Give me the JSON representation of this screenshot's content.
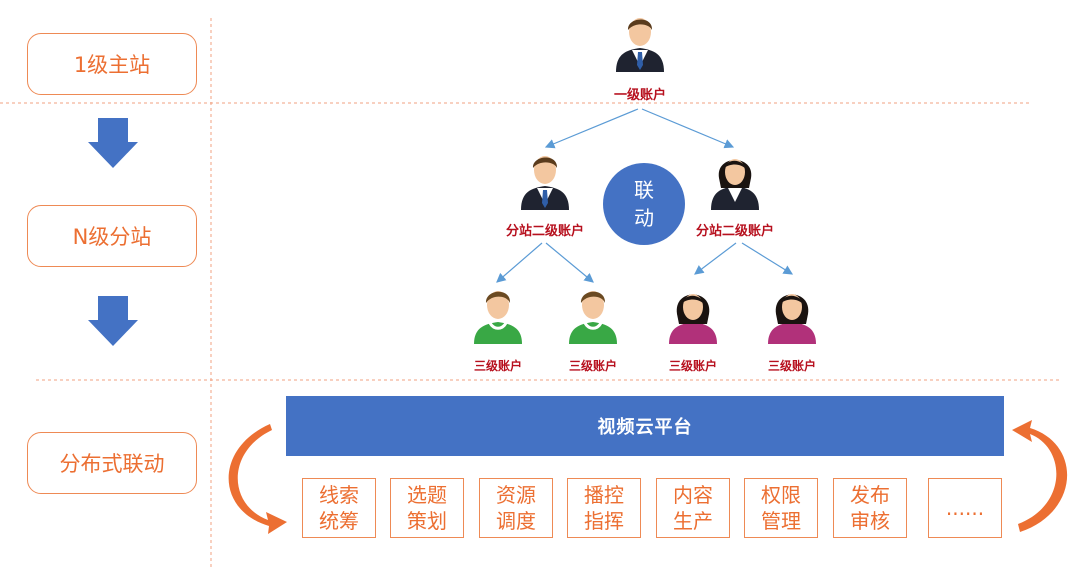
{
  "stages": {
    "main_site": "1级主站",
    "sub_site": "N级分站",
    "linkage": "分布式联动"
  },
  "accounts": {
    "level1": "一级账户",
    "level2_left": "分站二级账户",
    "level2_right": "分站二级账户",
    "level3": [
      "三级账户",
      "三级账户",
      "三级账户",
      "三级账户"
    ]
  },
  "linkage_circle": "联\n动",
  "platform": "视频云平台",
  "functions": [
    "线索统筹",
    "选题策划",
    "资源调度",
    "播控指挥",
    "内容生产",
    "权限管理",
    "发布审核",
    "......"
  ],
  "colors": {
    "orange": "#ec6f32",
    "blue": "#4472c4",
    "dark_red": "#b7101e",
    "arrow_blue": "#4472c4",
    "divider": "#f0a080"
  },
  "icons": [
    "arrow-down-icon",
    "male-avatar-icon",
    "female-avatar-icon",
    "curved-arrow-icon"
  ]
}
